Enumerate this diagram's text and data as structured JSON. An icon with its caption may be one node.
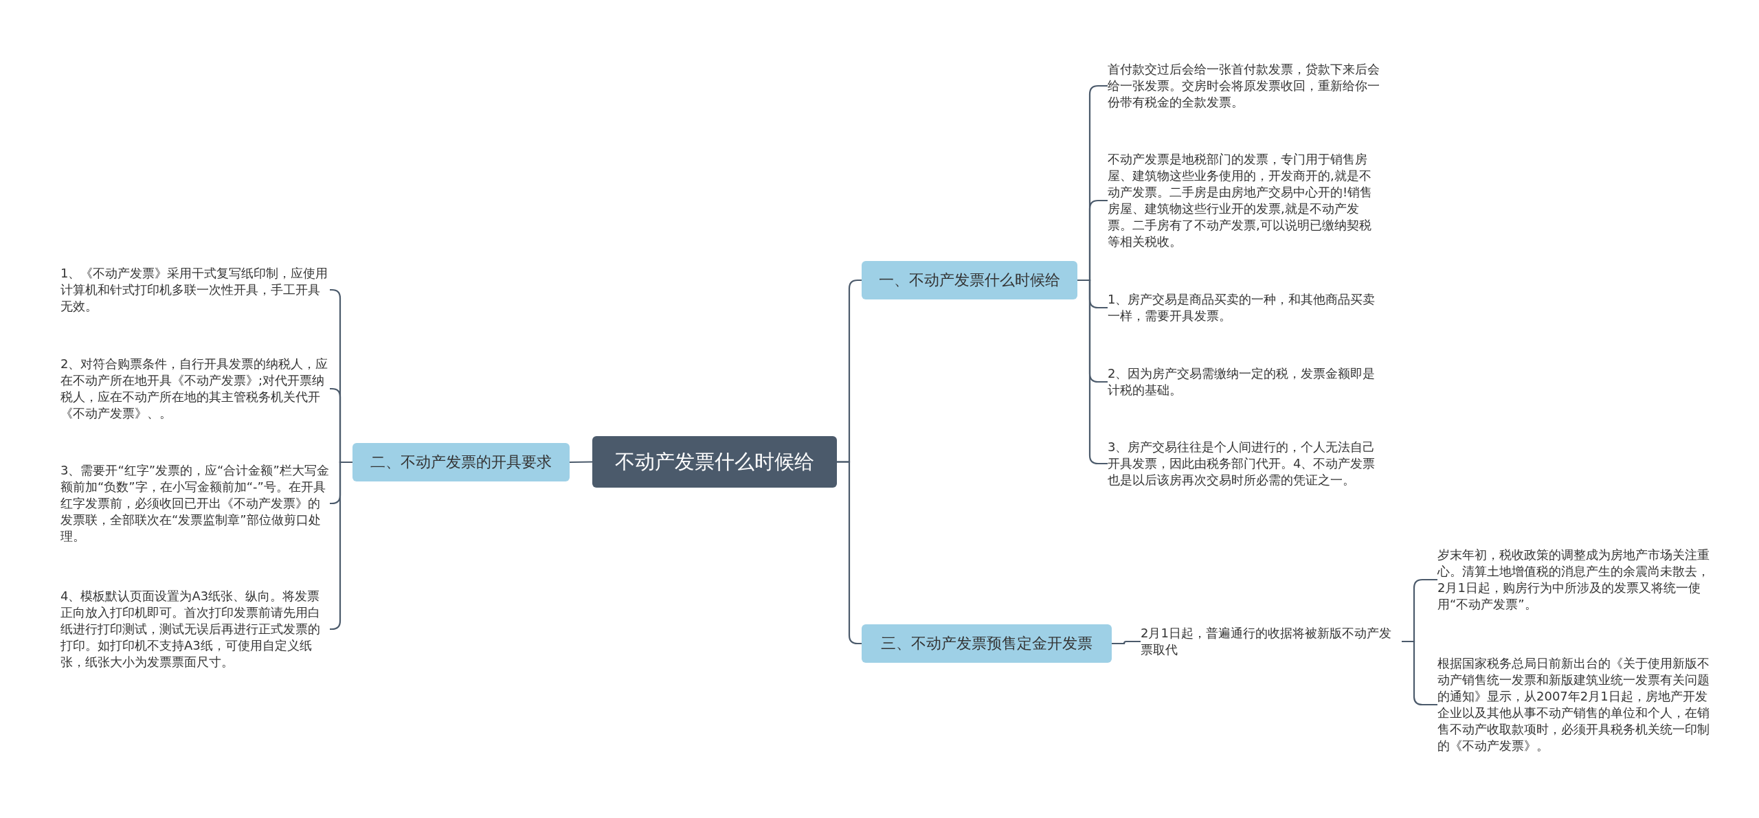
{
  "diagram": {
    "nodes": [
      {
        "text": [
          "不动产发票什么时候给"
        ]
      },
      {
        "text": [
          "二、不动产发票的开具要求"
        ]
      },
      {
        "text": [
          "1、《不动产发票》采用干式复写纸印制，应使用计算机和针式打印机多联一次性开具，手工开具无效。"
        ]
      },
      {
        "text": [
          "2、对符合购票条件，自行开具发票的纳税人，应在不动产所在地开具《不动产发票》;对代开票纳税人，应在不动产所在地的其主管税务机关代开《不动产发票》、。"
        ]
      },
      {
        "text": [
          "3、需要开“红字”发票的，应“合计金额”栏大写金额前加“负数”字，在小写金额前加“-”号。在开具红字发票前，必须收回已开出《不动产发票》的发票联，全部联次在“发票监制章”部位做剪口处理。"
        ]
      },
      {
        "text": [
          "4、模板默认页面设置为A3纸张、纵向。将发票正向放入打印机即可。首次打印发票前请先用白纸进行打印测试，测试无误后再进行正式发票的打印。如打印机不支持A3纸，可使用自定义纸张，纸张大小为发票票面尺寸。"
        ]
      },
      {
        "text": [
          "一、不动产发票什么时候给"
        ]
      },
      {
        "text": [
          "首付款交过后会给一张首付款发票，贷款下来后会给一张发票。交房时会将原发票收回，重新给你一份带有税金的全款发票。"
        ]
      },
      {
        "text": [
          "不动产发票是地税部门的发票，专门用于销售房屋、建筑物这些业务使用的，开发商开的,就是不动产发票。二手房是由房地产交易中心开的!销售房屋、建筑物这些行业开的发票,就是不动产发票。二手房有了不动产发票,可以说明已缴纳契税等相关税收。"
        ]
      },
      {
        "text": [
          "1、房产交易是商品买卖的一种，和其他商品买卖一样，需要开具发票。"
        ]
      },
      {
        "text": [
          "2、因为房产交易需缴纳一定的税，发票金额即是计税的基础。"
        ]
      },
      {
        "text": [
          "3、房产交易往往是个人间进行的，个人无法自己开具发票，因此由税务部门代开。4、不动产发票也是以后该房再次交易时所必需的凭证之一。"
        ]
      },
      {
        "text": [
          "三、不动产发票预售定金开发票"
        ]
      },
      {
        "text": [
          "2月1日起，普遍通行的收据将被新版不动产发票取代"
        ]
      },
      {
        "text": [
          "岁末年初，税收政策的调整成为房地产市场关注重心。清算土地增值税的消息产生的余震尚未散去，2月1日起，购房行为中所涉及的发票又将统一使用“不动产发票”。"
        ]
      },
      {
        "text": [
          "根据国家税务总局日前新出台的《关于使用新版不动产销售统一发票和新版建筑业统一发票有关问题的通知》显示，从2007年2月1日起，房地产开发企业以及其他从事不动产销售的单位和个人，在销售不动产收取款项时，必须开具税务机关统一印制的《不动产发票》。"
        ]
      }
    ],
    "edges": [
      {
        "from": 0,
        "to": 1,
        "arrow": "none"
      },
      {
        "from": 1,
        "to": 2,
        "arrow": "none"
      },
      {
        "from": 1,
        "to": 3,
        "arrow": "none"
      },
      {
        "from": 1,
        "to": 4,
        "arrow": "none"
      },
      {
        "from": 1,
        "to": 5,
        "arrow": "none"
      },
      {
        "from": 0,
        "to": 6,
        "arrow": "none"
      },
      {
        "from": 6,
        "to": 7,
        "arrow": "none"
      },
      {
        "from": 6,
        "to": 8,
        "arrow": "none"
      },
      {
        "from": 6,
        "to": 9,
        "arrow": "none"
      },
      {
        "from": 6,
        "to": 10,
        "arrow": "none"
      },
      {
        "from": 6,
        "to": 11,
        "arrow": "none"
      },
      {
        "from": 0,
        "to": 12,
        "arrow": "none"
      },
      {
        "from": 12,
        "to": 13,
        "arrow": "none"
      },
      {
        "from": 13,
        "to": 14,
        "arrow": "none"
      },
      {
        "from": 13,
        "to": 15,
        "arrow": "none"
      }
    ]
  }
}
